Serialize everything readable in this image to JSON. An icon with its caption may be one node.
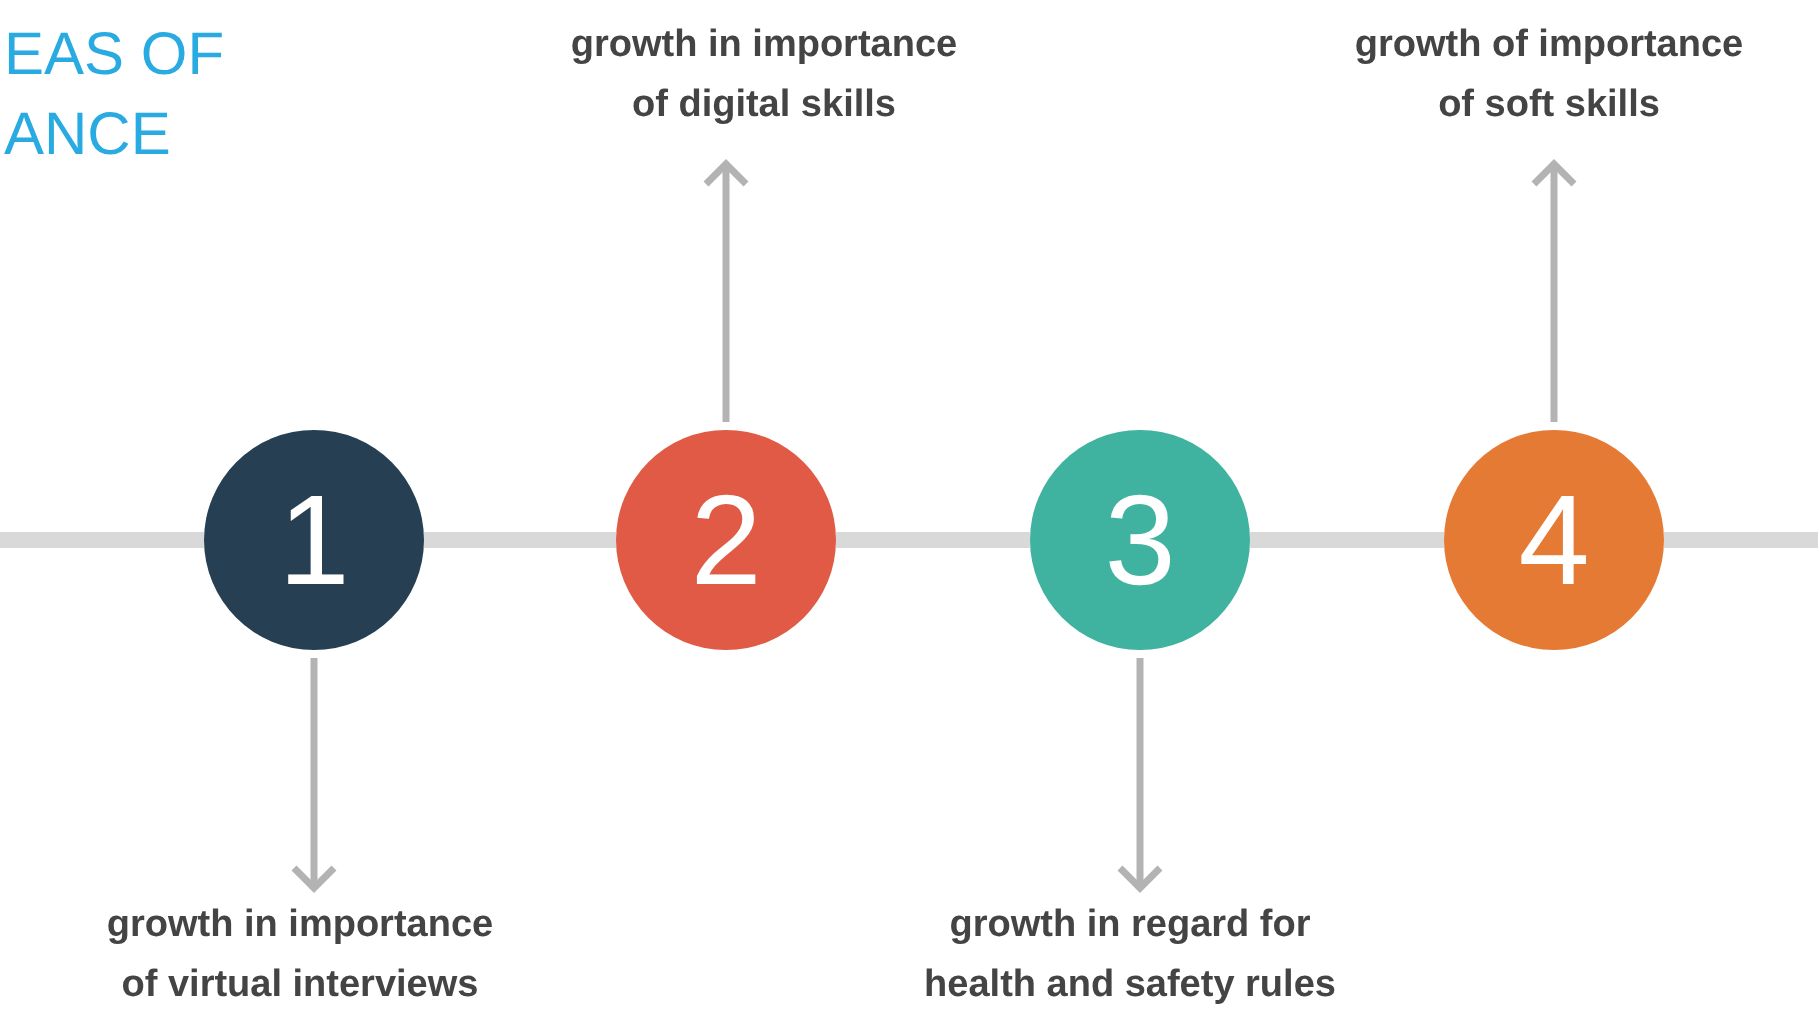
{
  "diagram": {
    "title": "EAS OF ANCE",
    "nodes": [
      {
        "text": [
          "1"
        ]
      },
      {
        "text": [
          "2"
        ]
      },
      {
        "text": [
          "3"
        ]
      },
      {
        "text": [
          "4"
        ]
      },
      {
        "text": [
          "growth in importance of virtual interviews"
        ]
      },
      {
        "text": [
          "growth in importance of digital skills"
        ]
      },
      {
        "text": [
          "growth in regard for health and safety rules"
        ]
      },
      {
        "text": [
          "growth of importance of soft skills"
        ]
      }
    ],
    "edges": [
      {
        "from": 0,
        "to": 4,
        "arrow": "to",
        "color": "#b3b3b3"
      },
      {
        "from": 1,
        "to": 5,
        "arrow": "to",
        "color": "#b3b3b3"
      },
      {
        "from": 2,
        "to": 6,
        "arrow": "to",
        "color": "#b3b3b3"
      },
      {
        "from": 3,
        "to": 7,
        "arrow": "to",
        "color": "#b3b3b3"
      },
      {
        "from": null,
        "to": 0,
        "arrow": "none"
      },
      {
        "from": 0,
        "to": 1,
        "arrow": "none"
      },
      {
        "from": 1,
        "to": 2,
        "arrow": "none"
      },
      {
        "from": 2,
        "to": 3,
        "arrow": "none"
      },
      {
        "from": 3,
        "to": null,
        "arrow": "none"
      }
    ]
  }
}
